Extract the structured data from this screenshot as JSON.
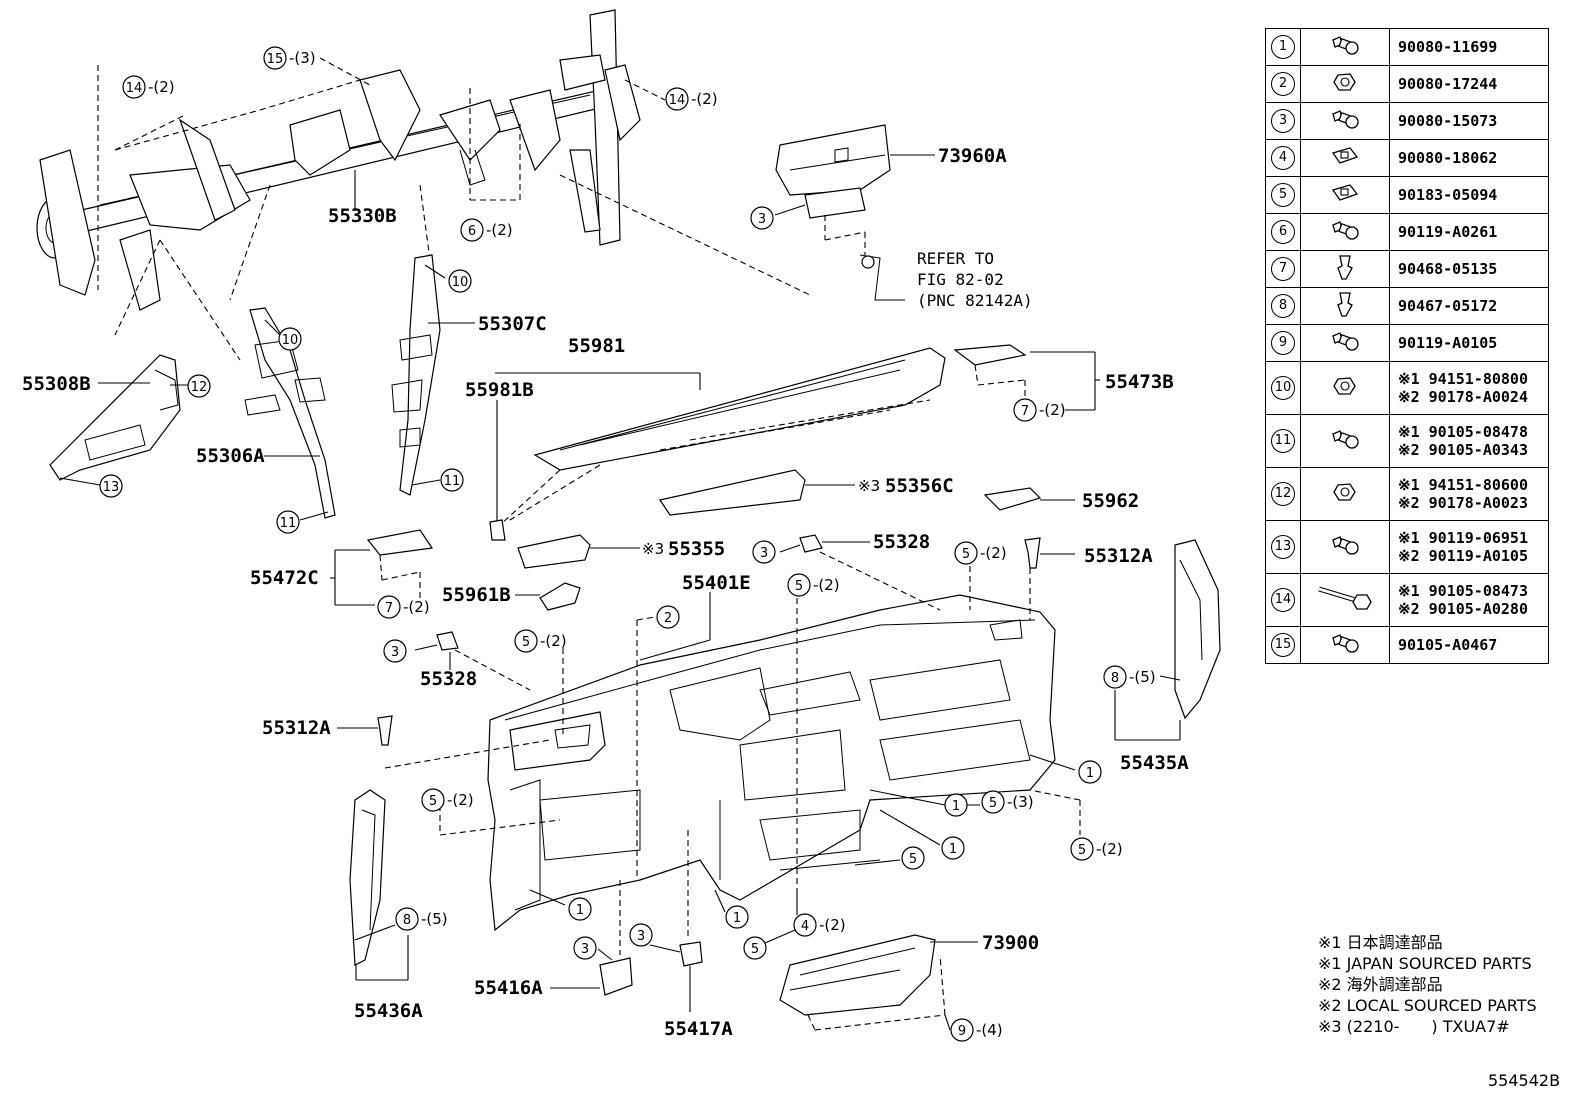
{
  "labels": {
    "p55330B": "55330B",
    "p73960A": "73960A",
    "p55307C": "55307C",
    "p55308B": "55308B",
    "p55306A": "55306A",
    "p55981": "55981",
    "p55981B": "55981B",
    "p55473B": "55473B",
    "p55356C": "55356C",
    "p55962": "55962",
    "p55355": "55355",
    "p55328a": "55328",
    "p55328b": "55328",
    "p55472C": "55472C",
    "p55961B": "55961B",
    "p55401E": "55401E",
    "p55312Aa": "55312A",
    "p55312Ab": "55312A",
    "p55435A": "55435A",
    "p55436A": "55436A",
    "p55416A": "55416A",
    "p55417A": "55417A",
    "p73900": "73900",
    "note3a": "※3",
    "note3b": "※3"
  },
  "refer": {
    "line1": "REFER TO",
    "line2": "FIG 82-02",
    "line3": "(PNC 82142A)"
  },
  "quantities": {
    "q2": "-(2)",
    "q3": "-(3)",
    "q4": "-(4)",
    "q5": "-(5)"
  },
  "legend": [
    {
      "no": "1",
      "icon": "bolt-icon",
      "parts": [
        "90080-11699"
      ]
    },
    {
      "no": "2",
      "icon": "nut-icon",
      "parts": [
        "90080-17244"
      ]
    },
    {
      "no": "3",
      "icon": "bolt-icon",
      "parts": [
        "90080-15073"
      ]
    },
    {
      "no": "4",
      "icon": "clip-nut-icon",
      "parts": [
        "90080-18062"
      ]
    },
    {
      "no": "5",
      "icon": "clip-nut-icon",
      "parts": [
        "90183-05094"
      ]
    },
    {
      "no": "6",
      "icon": "bolt-icon",
      "parts": [
        "90119-A0261"
      ]
    },
    {
      "no": "7",
      "icon": "clip-icon",
      "parts": [
        "90468-05135"
      ]
    },
    {
      "no": "8",
      "icon": "clip-icon",
      "parts": [
        "90467-05172"
      ]
    },
    {
      "no": "9",
      "icon": "bolt-icon",
      "parts": [
        "90119-A0105"
      ]
    },
    {
      "no": "10",
      "icon": "nut-icon",
      "parts": [
        "※1 94151-80800",
        "※2 90178-A0024"
      ]
    },
    {
      "no": "11",
      "icon": "bolt-icon",
      "parts": [
        "※1 90105-08478",
        "※2 90105-A0343"
      ]
    },
    {
      "no": "12",
      "icon": "nut-icon",
      "parts": [
        "※1 94151-80600",
        "※2 90178-A0023"
      ]
    },
    {
      "no": "13",
      "icon": "bolt-icon",
      "parts": [
        "※1 90119-06951",
        "※2 90119-A0105"
      ]
    },
    {
      "no": "14",
      "icon": "long-bolt-icon",
      "parts": [
        "※1 90105-08473",
        "※2 90105-A0280"
      ]
    },
    {
      "no": "15",
      "icon": "bolt-icon",
      "parts": [
        "90105-A0467"
      ]
    }
  ],
  "notes": [
    "※1 日本調達部品",
    "※1 JAPAN SOURCED PARTS",
    "※2 海外調達部品",
    "※2 LOCAL SOURCED PARTS",
    "※3 (2210-　　) TXUA7#"
  ],
  "figure_id": "554542B"
}
